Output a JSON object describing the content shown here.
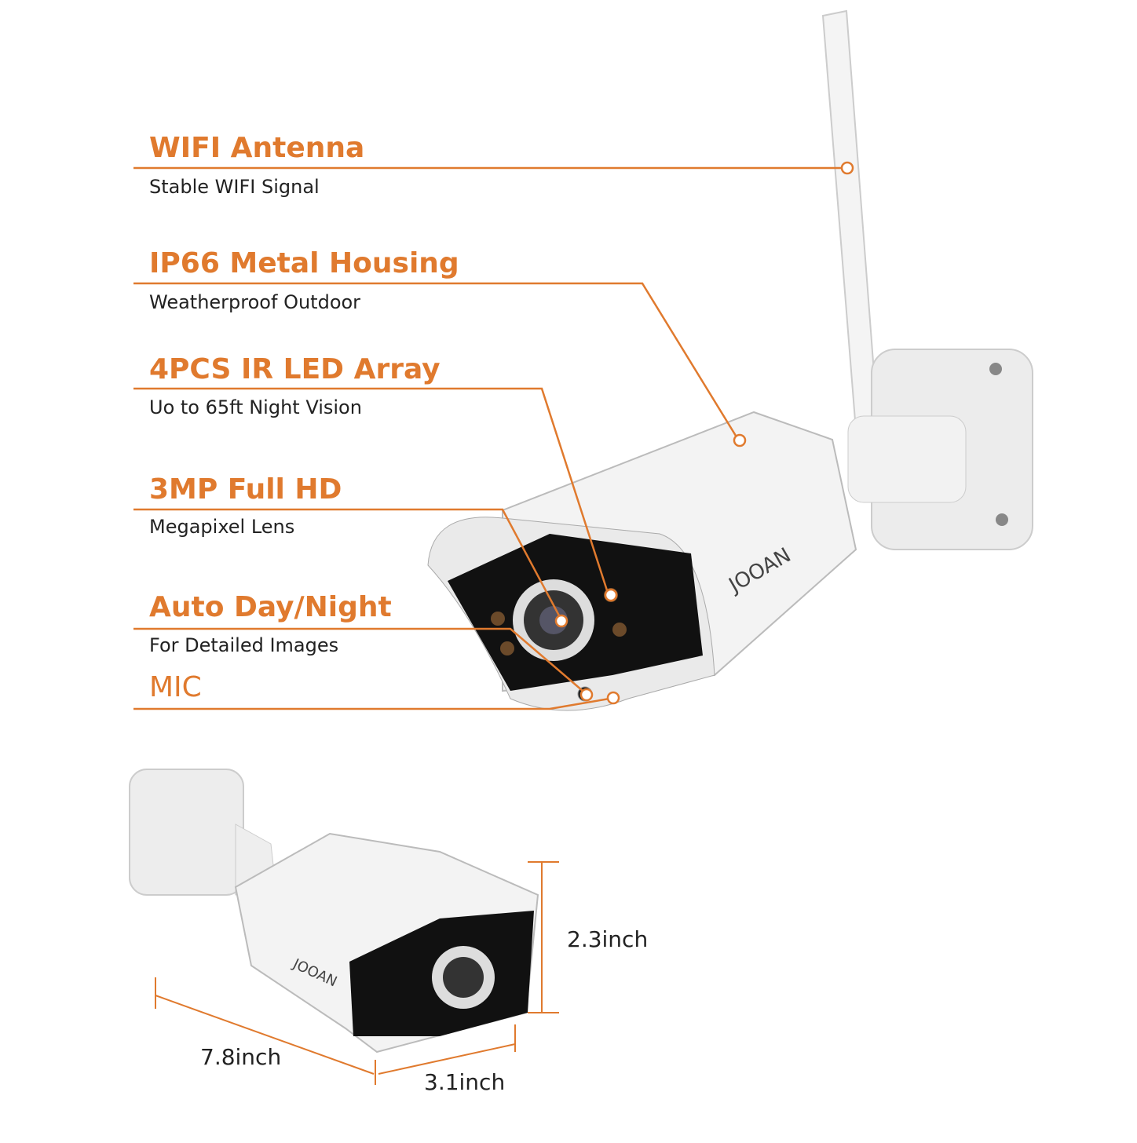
{
  "accent_color": "#e07a2e",
  "features": [
    {
      "title": "WIFI Antenna",
      "subtitle": "Stable WIFI Signal"
    },
    {
      "title": "IP66 Metal Housing",
      "subtitle": "Weatherproof Outdoor"
    },
    {
      "title": "4PCS IR LED Array",
      "subtitle": "Uo to 65ft Night Vision"
    },
    {
      "title": "3MP Full HD",
      "subtitle": "Megapixel Lens"
    },
    {
      "title": "Auto Day/Night",
      "subtitle": "For Detailed Images"
    },
    {
      "title": "MIC",
      "subtitle": ""
    }
  ],
  "dimensions": {
    "height": "2.3inch",
    "length": "7.8inch",
    "width": "3.1inch"
  },
  "brand_logo": "JOOAN"
}
